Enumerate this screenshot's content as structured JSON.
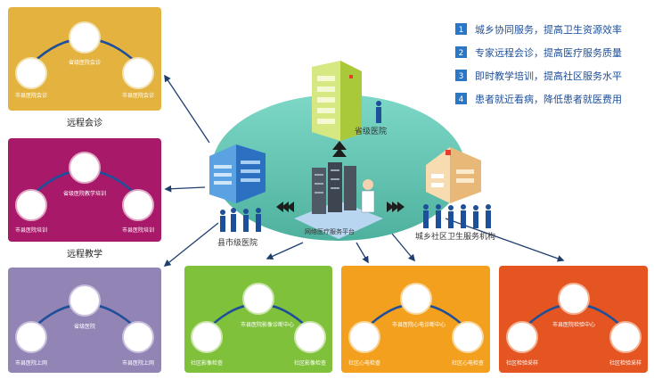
{
  "colors": {
    "consult_panel": "#e4b33f",
    "teach_panel": "#a8196a",
    "surgery_panel": "#9284b4",
    "imaging_panel": "#7fc13a",
    "ecg_panel": "#f2a01d",
    "lab_panel": "#e55522",
    "ellipse": "#4fc0a9",
    "accent_blue": "#1e4f9a",
    "badge_blue": "#2a77c8"
  },
  "icons": [
    "server-icon",
    "doctor-icon",
    "hospital-building-icon",
    "person-silhouette-icon"
  ],
  "benefits": [
    {
      "num": "1",
      "text": "城乡协同服务，提高卫生资源效率"
    },
    {
      "num": "2",
      "text": "专家远程会诊，提高医疗服务质量"
    },
    {
      "num": "3",
      "text": "即时教学培训，提高社区服务水平"
    },
    {
      "num": "4",
      "text": "患者就近看病，降低患者就医费用"
    }
  ],
  "center": {
    "platform": "网络医疗服务平台",
    "province": "省级医院",
    "county": "县市级医院",
    "community": "城乡社区卫生服务机构"
  },
  "panels": {
    "consult": {
      "caption": "远程会诊",
      "top": "省级医院会诊",
      "left": "市县医院会诊",
      "right": "市县医院会诊"
    },
    "teach": {
      "caption": "远程教学",
      "top": "省级医院教学培训",
      "left": "市县医院培训",
      "right": "市县医院培训"
    },
    "surgery": {
      "top": "省级医院",
      "left": "市县医院上网",
      "right": "市县医院上网"
    },
    "imaging": {
      "top": "市县医院影像诊断中心",
      "left": "社区影像检查",
      "right": "社区影像检查"
    },
    "ecg": {
      "top": "市县医院心电诊断中心",
      "left": "社区心电检查",
      "right": "社区心电检查"
    },
    "lab": {
      "top": "市县医院检验中心",
      "left": "社区检验采样",
      "right": "社区检验采样"
    }
  }
}
